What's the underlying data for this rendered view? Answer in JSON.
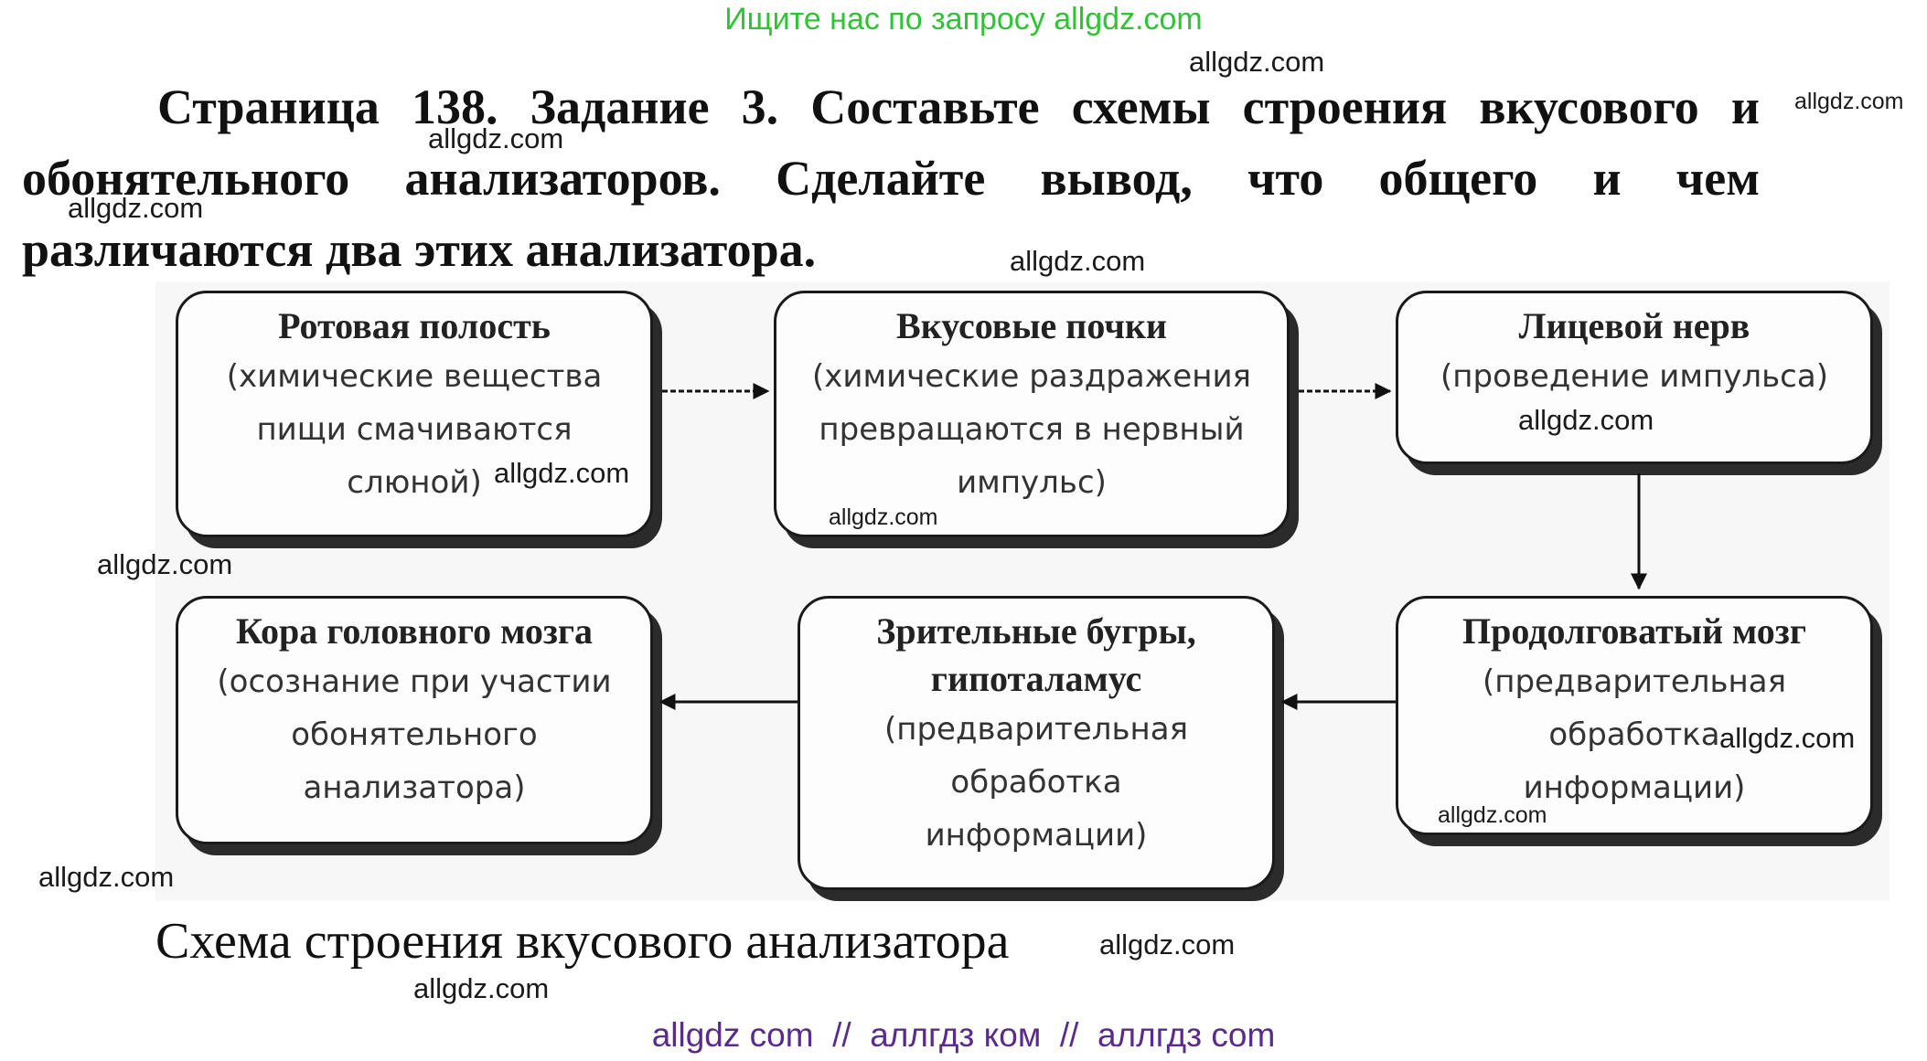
{
  "banner_top": "Ищите нас по запросу allgdz.com",
  "task": {
    "line1": "Страница 138. Задание 3. Составьте схемы строения вкусового и",
    "line2": "обонятельного анализаторов. Сделайте вывод, что общего и чем",
    "line3": "различаются два этих анализатора."
  },
  "boxes": {
    "b1": {
      "title": "Ротовая полость",
      "desc": [
        "(химические вещества",
        "пищи смачиваются",
        "слюной)"
      ]
    },
    "b2": {
      "title": "Вкусовые почки",
      "desc": [
        "(химические раздражения",
        "превращаются в нервный",
        "импульс)"
      ]
    },
    "b3": {
      "title": "Лицевой нерв",
      "desc": [
        "(проведение импульса)"
      ]
    },
    "b4": {
      "title": "Продолговатый мозг",
      "desc": [
        "(предварительная",
        "обработка",
        "информации)"
      ]
    },
    "b5": {
      "title": [
        "Зрительные бугры,",
        "гипоталамус"
      ],
      "desc": [
        "(предварительная",
        "обработка",
        "информации)"
      ]
    },
    "b6": {
      "title": "Кора головного мозга",
      "desc": [
        "(осознание при участии",
        "обонятельного",
        "анализатора)"
      ]
    }
  },
  "caption": "Схема строения вкусового анализатора",
  "watermark": "allgdz.com",
  "banner_bottom": "allgdz com  //  аллгдз ком  //  аллгдз com"
}
